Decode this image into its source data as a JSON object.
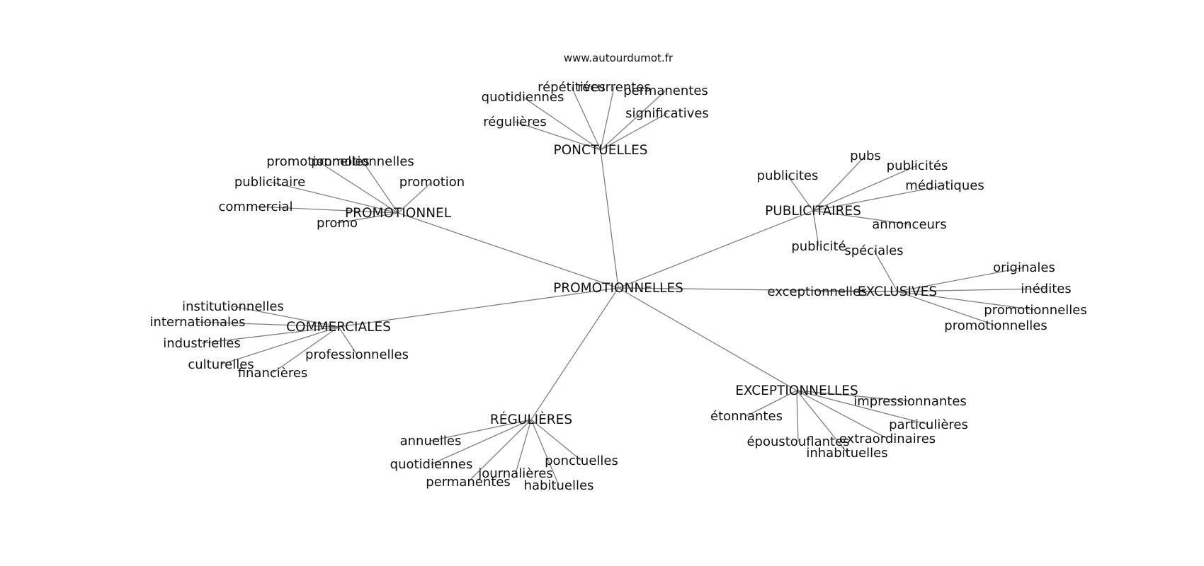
{
  "source": "www.autourdumot.fr",
  "graph": {
    "center": "PROMOTIONNELLES",
    "edge_color": "#7f7f7f",
    "clusters": [
      {
        "key": "ponctuelles",
        "label": "PONCTUELLES",
        "leaves": [
          "quotidiennes",
          "répétitives",
          "récurrentes",
          "permanentes",
          "significatives",
          "régulières"
        ]
      },
      {
        "key": "promotionnel",
        "label": "PROMOTIONNEL",
        "leaves": [
          "promotionnelles",
          "promotionnelles",
          "promotion",
          "publicitaire",
          "commercial",
          "promo"
        ]
      },
      {
        "key": "publicitaires",
        "label": "PUBLICITAIRES",
        "leaves": [
          "pubs",
          "publicites",
          "publicités",
          "médiatiques",
          "annonceurs",
          "publicité"
        ]
      },
      {
        "key": "exclusives",
        "label": "EXCLUSIVES",
        "leaves": [
          "spéciales",
          "originales",
          "inédites",
          "exceptionnelles",
          "promotionnelles",
          "promotionnelles"
        ]
      },
      {
        "key": "commerciales",
        "label": "COMMERCIALES",
        "leaves": [
          "institutionnelles",
          "internationales",
          "industrielles",
          "culturelles",
          "financières",
          "professionnelles"
        ]
      },
      {
        "key": "exceptionnelles",
        "label": "EXCEPTIONNELLES",
        "leaves": [
          "impressionnantes",
          "étonnantes",
          "particulières",
          "époustouflantes",
          "extraordinaires",
          "inhabituelles"
        ]
      },
      {
        "key": "regulieres",
        "label": "RÉGULIÈRES",
        "leaves": [
          "annuelles",
          "quotidiennes",
          "permanentes",
          "journalières",
          "ponctuelles",
          "habituelles"
        ]
      }
    ]
  }
}
